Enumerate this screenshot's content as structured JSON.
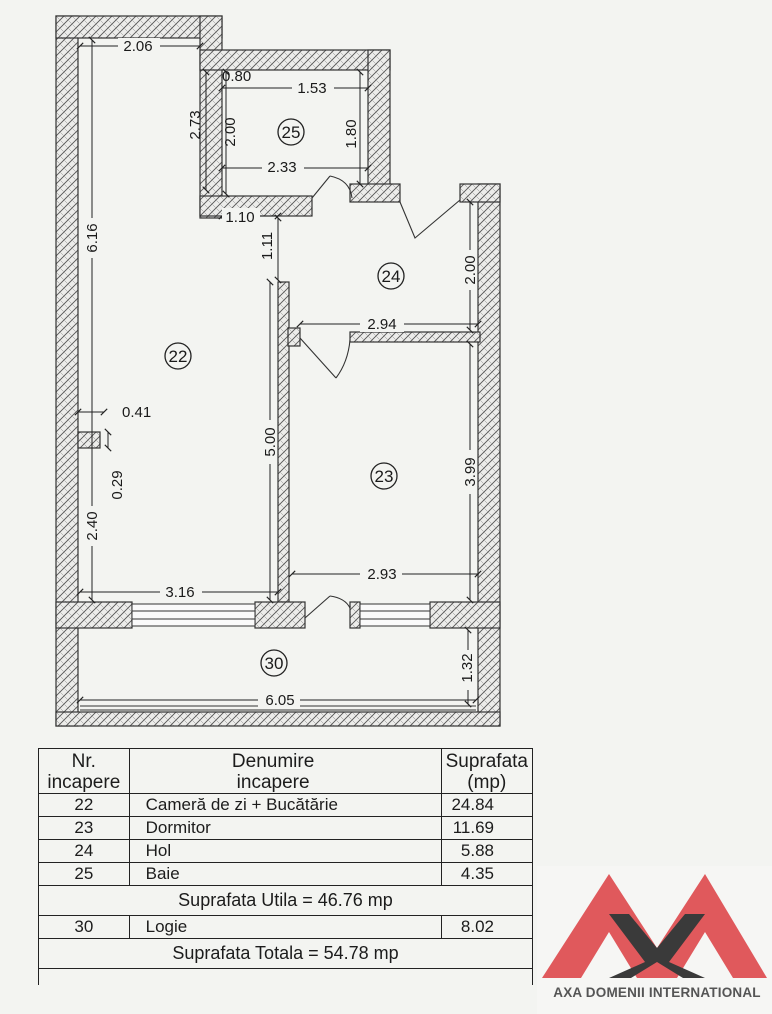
{
  "plan": {
    "dimensions": {
      "top_width": "2.06",
      "bath_door_offset": "0.80",
      "bath_top": "1.53",
      "bath_outer_height": "2.73",
      "bath_left_height": "2.00",
      "bath_right_height": "1.80",
      "bath_width": "2.33",
      "bath_step": "1.10",
      "hall_gap": "1.11",
      "living_height": "6.16",
      "hall_height": "2.00",
      "hall_width": "2.94",
      "niche_width": "0.41",
      "niche_depth": "0.29",
      "lower_left_height": "2.40",
      "partition_height": "5.00",
      "bedroom_height": "3.99",
      "living_width": "3.16",
      "bedroom_width": "2.93",
      "loggia_depth": "1.32",
      "loggia_width": "6.05"
    },
    "rooms": {
      "r22": "22",
      "r23": "23",
      "r24": "24",
      "r25": "25",
      "r30": "30"
    }
  },
  "table": {
    "headers": {
      "nr_line1": "Nr.",
      "nr_line2": "incapere",
      "name_line1": "Denumire",
      "name_line2": "incapere",
      "area_line1": "Suprafata",
      "area_line2": "(mp)"
    },
    "rows": [
      {
        "nr": "22",
        "name": "Cameră de zi + Bucătărie",
        "area": "24.84"
      },
      {
        "nr": "23",
        "name": "Dormitor",
        "area": "11.69"
      },
      {
        "nr": "24",
        "name": "Hol",
        "area": "5.88"
      },
      {
        "nr": "25",
        "name": "Baie",
        "area": "4.35"
      }
    ],
    "useful_area": "Suprafata Utila = 46.76 mp",
    "loggia": {
      "nr": "30",
      "name": "Logie",
      "area": "8.02"
    },
    "total_area": "Suprafata Totala = 54.78 mp"
  },
  "logo": {
    "text": "AXA DOMENII INTERNATIONAL",
    "colors": {
      "red": "#e0595c",
      "dark": "#3a3a3a"
    }
  }
}
